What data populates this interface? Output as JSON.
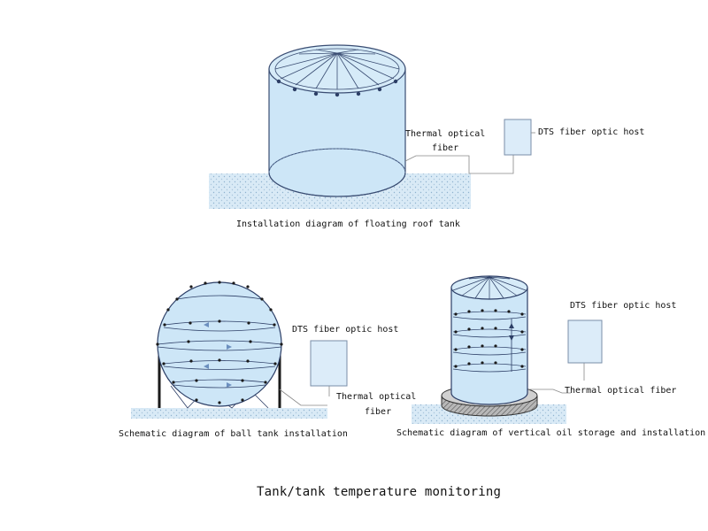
{
  "diagrams": {
    "floating_roof": {
      "fiber_label_line1": "Thermal optical",
      "fiber_label_line2": "fiber",
      "host_label": "DTS fiber optic host",
      "caption": "Installation diagram of floating roof tank"
    },
    "ball_tank": {
      "host_label": "DTS fiber optic host",
      "fiber_label_line1": "Thermal optical",
      "fiber_label_line2": "fiber",
      "caption": "Schematic diagram of ball tank installation"
    },
    "vertical_oil": {
      "host_label": "DTS fiber optic host",
      "fiber_label": "Thermal optical fiber",
      "caption": "Schematic diagram of vertical oil storage and installation"
    }
  },
  "main_title": "Tank/tank temperature monitoring",
  "colors": {
    "tank_fill": "#cde6f7",
    "tank_stroke": "#2c3e66",
    "ground_fill": "#d8e9f5",
    "host_fill": "#dcecf9",
    "host_stroke": "#7a8ea8",
    "leader": "#888888"
  }
}
